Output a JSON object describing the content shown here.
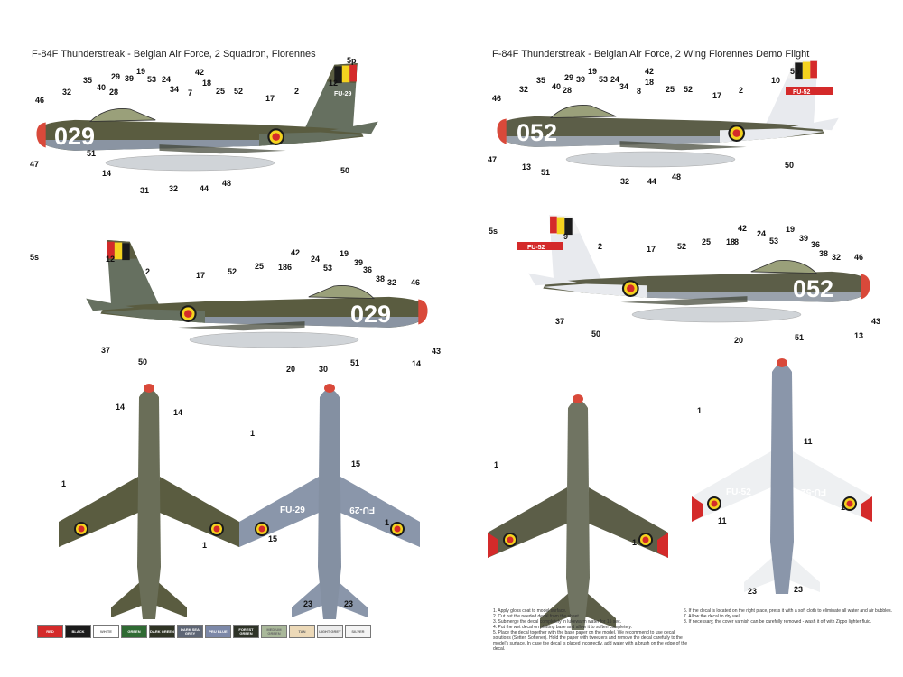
{
  "titles": {
    "left": "F-84F Thunderstreak - Belgian Air Force, 2 Squadron, Florennes",
    "right": "F-84F Thunderstreak - Belgian Air Force, 2 Wing Florennes Demo Flight"
  },
  "serials": {
    "left_code": "029",
    "right_code": "052",
    "left_fin": "FU-29",
    "right_fin": "FU-52"
  },
  "callouts": {
    "profile_left_top": [
      "5p",
      "12",
      "2",
      "17",
      "52",
      "25",
      "18",
      "7",
      "34",
      "42",
      "19",
      "24",
      "53",
      "29",
      "39",
      "35",
      "40",
      "28",
      "32",
      "46",
      "47",
      "51",
      "14",
      "31",
      "32",
      "44",
      "48",
      "50"
    ],
    "profile_right_top": [
      "5p",
      "10",
      "2",
      "17",
      "52",
      "25",
      "18",
      "8",
      "42",
      "34",
      "24",
      "53",
      "19",
      "39",
      "29",
      "28",
      "40",
      "35",
      "32",
      "46",
      "47",
      "13",
      "51",
      "32",
      "44",
      "48",
      "50"
    ],
    "profile_left_mid": [
      "5s",
      "12",
      "2",
      "17",
      "52",
      "25",
      "18",
      "6",
      "42",
      "24",
      "53",
      "19",
      "39",
      "36",
      "38",
      "32",
      "46",
      "37",
      "50",
      "20",
      "30",
      "51",
      "14",
      "43"
    ],
    "profile_right_mid": [
      "5s",
      "9",
      "2",
      "17",
      "52",
      "25",
      "18",
      "8",
      "42",
      "24",
      "53",
      "19",
      "39",
      "36",
      "38",
      "32",
      "46",
      "37",
      "50",
      "20",
      "51",
      "13",
      "43"
    ],
    "plan_left": [
      "14",
      "14",
      "1",
      "1",
      "1",
      "15",
      "15",
      "1",
      "23",
      "23"
    ],
    "plan_right": [
      "1",
      "1",
      "1",
      "11",
      "11",
      "1",
      "23",
      "23"
    ]
  },
  "colors": [
    {
      "label": "RED",
      "hex": "#d42a2a"
    },
    {
      "label": "BLACK",
      "hex": "#1a1a1a"
    },
    {
      "label": "WHITE",
      "hex": "#ffffff"
    },
    {
      "label": "GREEN",
      "hex": "#2f6a33"
    },
    {
      "label": "DARK GREEN",
      "hex": "#2f3424"
    },
    {
      "label": "DARK SEA GREY",
      "hex": "#5e6675"
    },
    {
      "label": "PRU BLUE",
      "hex": "#7c88a8"
    },
    {
      "label": "FOREST GREEN",
      "hex": "#2e3327"
    },
    {
      "label": "MEDIUM GREEN",
      "hex": "#a9b89a"
    },
    {
      "label": "TAN",
      "hex": "#ecd9b8"
    },
    {
      "label": "LIGHT GREY",
      "hex": "#ececec"
    },
    {
      "label": "SILVER",
      "hex": "#f4f4f4"
    }
  ],
  "instructions": {
    "col1": [
      "1. Apply gloss coat to model surface.",
      "2. Cut out the needed decal from the sheet.",
      "3. Submerge the decal completely in lukewarm water for 15 sec.",
      "4. Put the wet decal on plotting base and allow it to soften completely.",
      "5. Place the decal together with the base paper on the model. We recommend to use decal solutions (Setter, Softener). Hold the paper with tweezers and remove the decal carefully to the model's surface. In case the decal is placed incorrectly, add water with a brush on the edge of the decal."
    ],
    "col2": [
      "6. If the decal is located on the right place, press it with a soft cloth to eliminate all water and air bubbles.",
      "7. Allow the decal to dry well.",
      "8. If necessary, the cover varnish can be carefully removed - wash it off with Zippo lighter fluid."
    ]
  }
}
